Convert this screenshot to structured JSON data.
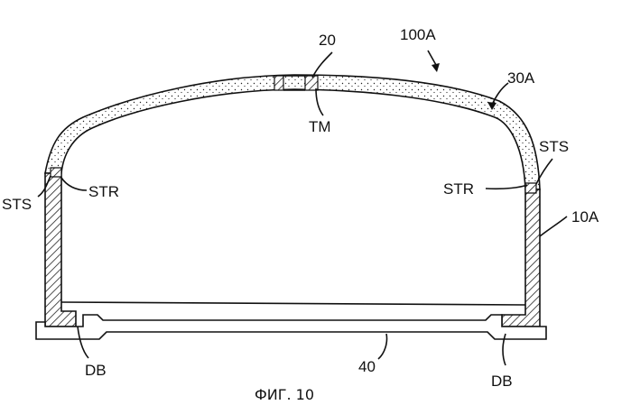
{
  "figure": {
    "caption": "ФИГ. 10",
    "labels": {
      "assembly": "100A",
      "top_part": "20",
      "dome": "30A",
      "thermal_mark": "TM",
      "sts_left": "STS",
      "str_left": "STR",
      "sts_right": "STS",
      "str_right": "STR",
      "wall": "10A",
      "db_left": "DB",
      "db_right": "DB",
      "base": "40"
    }
  }
}
